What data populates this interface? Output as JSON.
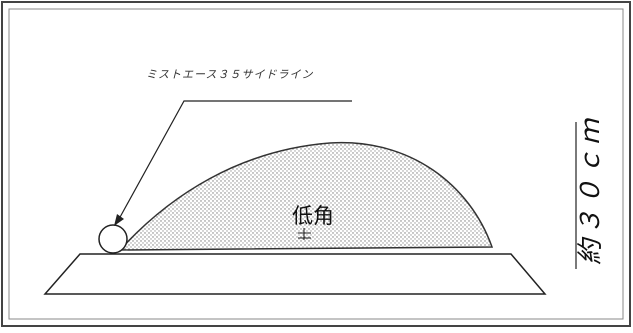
{
  "diagram": {
    "callout_label": "ミストエース３５サイドライン",
    "spray_label": "低角",
    "height_label": "約３０ｃｍ"
  }
}
